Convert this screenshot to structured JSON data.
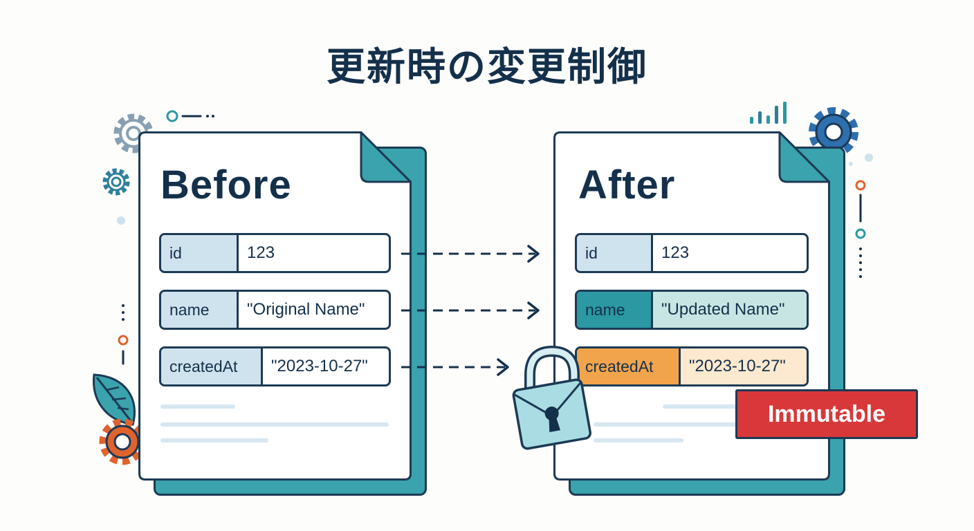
{
  "title": "更新時の変更制御",
  "before": {
    "heading": "Before",
    "fields": [
      {
        "key": "id",
        "value": "123"
      },
      {
        "key": "name",
        "value": "\"Original Name\""
      },
      {
        "key": "createdAt",
        "value": "\"2023-10-27\""
      }
    ]
  },
  "after": {
    "heading": "After",
    "fields": [
      {
        "key": "id",
        "value": "123",
        "state": "unchanged"
      },
      {
        "key": "name",
        "value": "\"Updated Name\"",
        "state": "updated"
      },
      {
        "key": "createdAt",
        "value": "\"2023-10-27\"",
        "state": "locked"
      }
    ],
    "badge": "Immutable"
  },
  "colors": {
    "navy": "#14304a",
    "teal": "#2b98a2",
    "light_blue": "#cfe3ef",
    "orange": "#f2a44c",
    "red": "#d9383a"
  },
  "icons": [
    "gear-icon",
    "leaf-icon",
    "padlock-icon",
    "arrow-right-icon",
    "bar-chart-icon"
  ]
}
